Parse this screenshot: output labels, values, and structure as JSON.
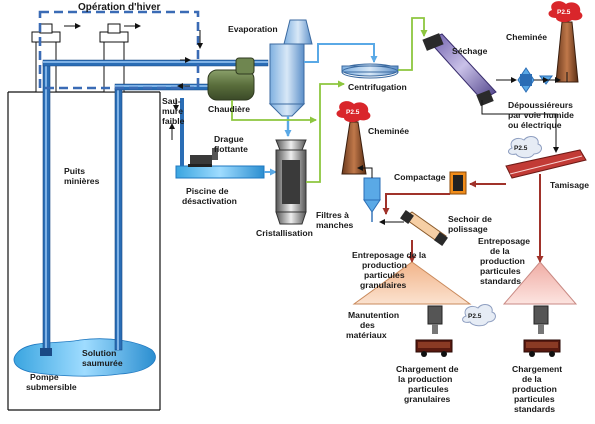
{
  "labels": {
    "winter_operation": "Opération d'hiver",
    "evaporation": "Evaporation",
    "chaudiere": "Chaudière",
    "saumure_faible": [
      "Sau-",
      "mure",
      "faible"
    ],
    "drague_flottante": [
      "Drague",
      "flottante"
    ],
    "piscine": [
      "Piscine de",
      "désactivation"
    ],
    "cristallisation": "Cristallisation",
    "centrifugation": "Centrifugation",
    "sechage": "Séchage",
    "cheminee_top": "Cheminée",
    "cheminee_mid": "Cheminée",
    "depoussiereurs": [
      "Dépoussiéreurs",
      "par voie humide",
      "ou électrique"
    ],
    "compactage": "Compactage",
    "tamisage": "Tamisage",
    "filtres": [
      "Filtres à",
      "manches"
    ],
    "sechoir": [
      "Sechoir de",
      "polissage"
    ],
    "entreposage_gran": [
      "Entreposage de la",
      "production",
      "particules",
      "granulaires"
    ],
    "entreposage_std": [
      "Entreposage",
      "de la",
      "production",
      "particules",
      "standards"
    ],
    "manutention": [
      "Manutention",
      "des",
      "matériaux"
    ],
    "chargement_gran": [
      "Chargement de",
      "la production",
      "particules",
      "granulaires"
    ],
    "chargement_std": [
      "Chargement",
      "de la",
      "production",
      "particules",
      "standards"
    ],
    "puits": [
      "Puits",
      "minières"
    ],
    "solution": [
      "Solution",
      "saumurée"
    ],
    "pompe": [
      "Pompe",
      "submersible"
    ]
  },
  "pm_markers": {
    "chimney_top": "P2.5",
    "chimney_mid": "P2.5",
    "cloud_tamisage": "P2.5",
    "cloud_manutention": "P2.5"
  },
  "colors": {
    "brine_pipe": "#2a6db5",
    "brine_light": "#5aa9e6",
    "product_line": "#a0322a",
    "steam_line": "#8dc63f",
    "dashed_box": "#3a6bb5",
    "chimney_smoke": "#d9262b",
    "pile_peach": "#f6c7a1",
    "pile_pink": "#f5cfc9"
  }
}
